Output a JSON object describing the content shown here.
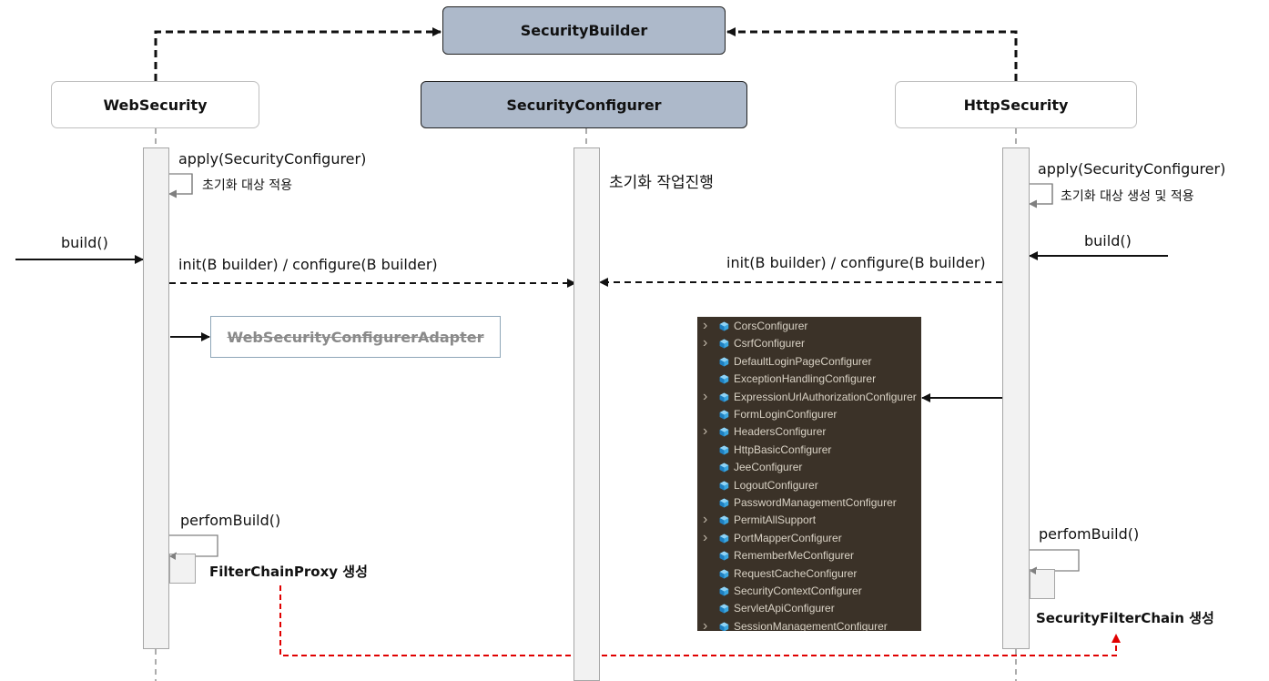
{
  "nodes": {
    "security_builder": "SecurityBuilder",
    "web_security": "WebSecurity",
    "security_configurer": "SecurityConfigurer",
    "http_security": "HttpSecurity"
  },
  "adapter": "WebSecurityConfigurerAdapter",
  "labels": {
    "ws_apply": "apply(SecurityConfigurer)",
    "ws_apply_note": "초기화 대상 적용",
    "ws_build": "build()",
    "ws_init": "init(B builder) / configure(B builder)",
    "ws_perform": "perfomBuild()",
    "ws_result": "FilterChainProxy 생성",
    "sc_note": "초기화 작업진행",
    "hs_apply": "apply(SecurityConfigurer)",
    "hs_apply_note": "초기화 대상 생성 및 적용",
    "hs_build": "build()",
    "hs_init": "init(B builder) / configure(B builder)",
    "hs_perform": "perfomBuild()",
    "hs_result": "SecurityFilterChain 생성"
  },
  "configurers": [
    {
      "name": "CorsConfigurer",
      "expandable": true
    },
    {
      "name": "CsrfConfigurer",
      "expandable": true
    },
    {
      "name": "DefaultLoginPageConfigurer",
      "expandable": false
    },
    {
      "name": "ExceptionHandlingConfigurer",
      "expandable": false
    },
    {
      "name": "ExpressionUrlAuthorizationConfigurer",
      "expandable": true
    },
    {
      "name": "FormLoginConfigurer",
      "expandable": false
    },
    {
      "name": "HeadersConfigurer",
      "expandable": true
    },
    {
      "name": "HttpBasicConfigurer",
      "expandable": false
    },
    {
      "name": "JeeConfigurer",
      "expandable": false
    },
    {
      "name": "LogoutConfigurer",
      "expandable": false
    },
    {
      "name": "PasswordManagementConfigurer",
      "expandable": false
    },
    {
      "name": "PermitAllSupport",
      "expandable": true
    },
    {
      "name": "PortMapperConfigurer",
      "expandable": true
    },
    {
      "name": "RememberMeConfigurer",
      "expandable": false
    },
    {
      "name": "RequestCacheConfigurer",
      "expandable": false
    },
    {
      "name": "SecurityContextConfigurer",
      "expandable": false
    },
    {
      "name": "ServletApiConfigurer",
      "expandable": false
    },
    {
      "name": "SessionManagementConfigurer",
      "expandable": true
    }
  ],
  "colors": {
    "box_blue": "#adb9ca",
    "panel_bg": "#3b3228",
    "red_dashed": "#e00000"
  }
}
